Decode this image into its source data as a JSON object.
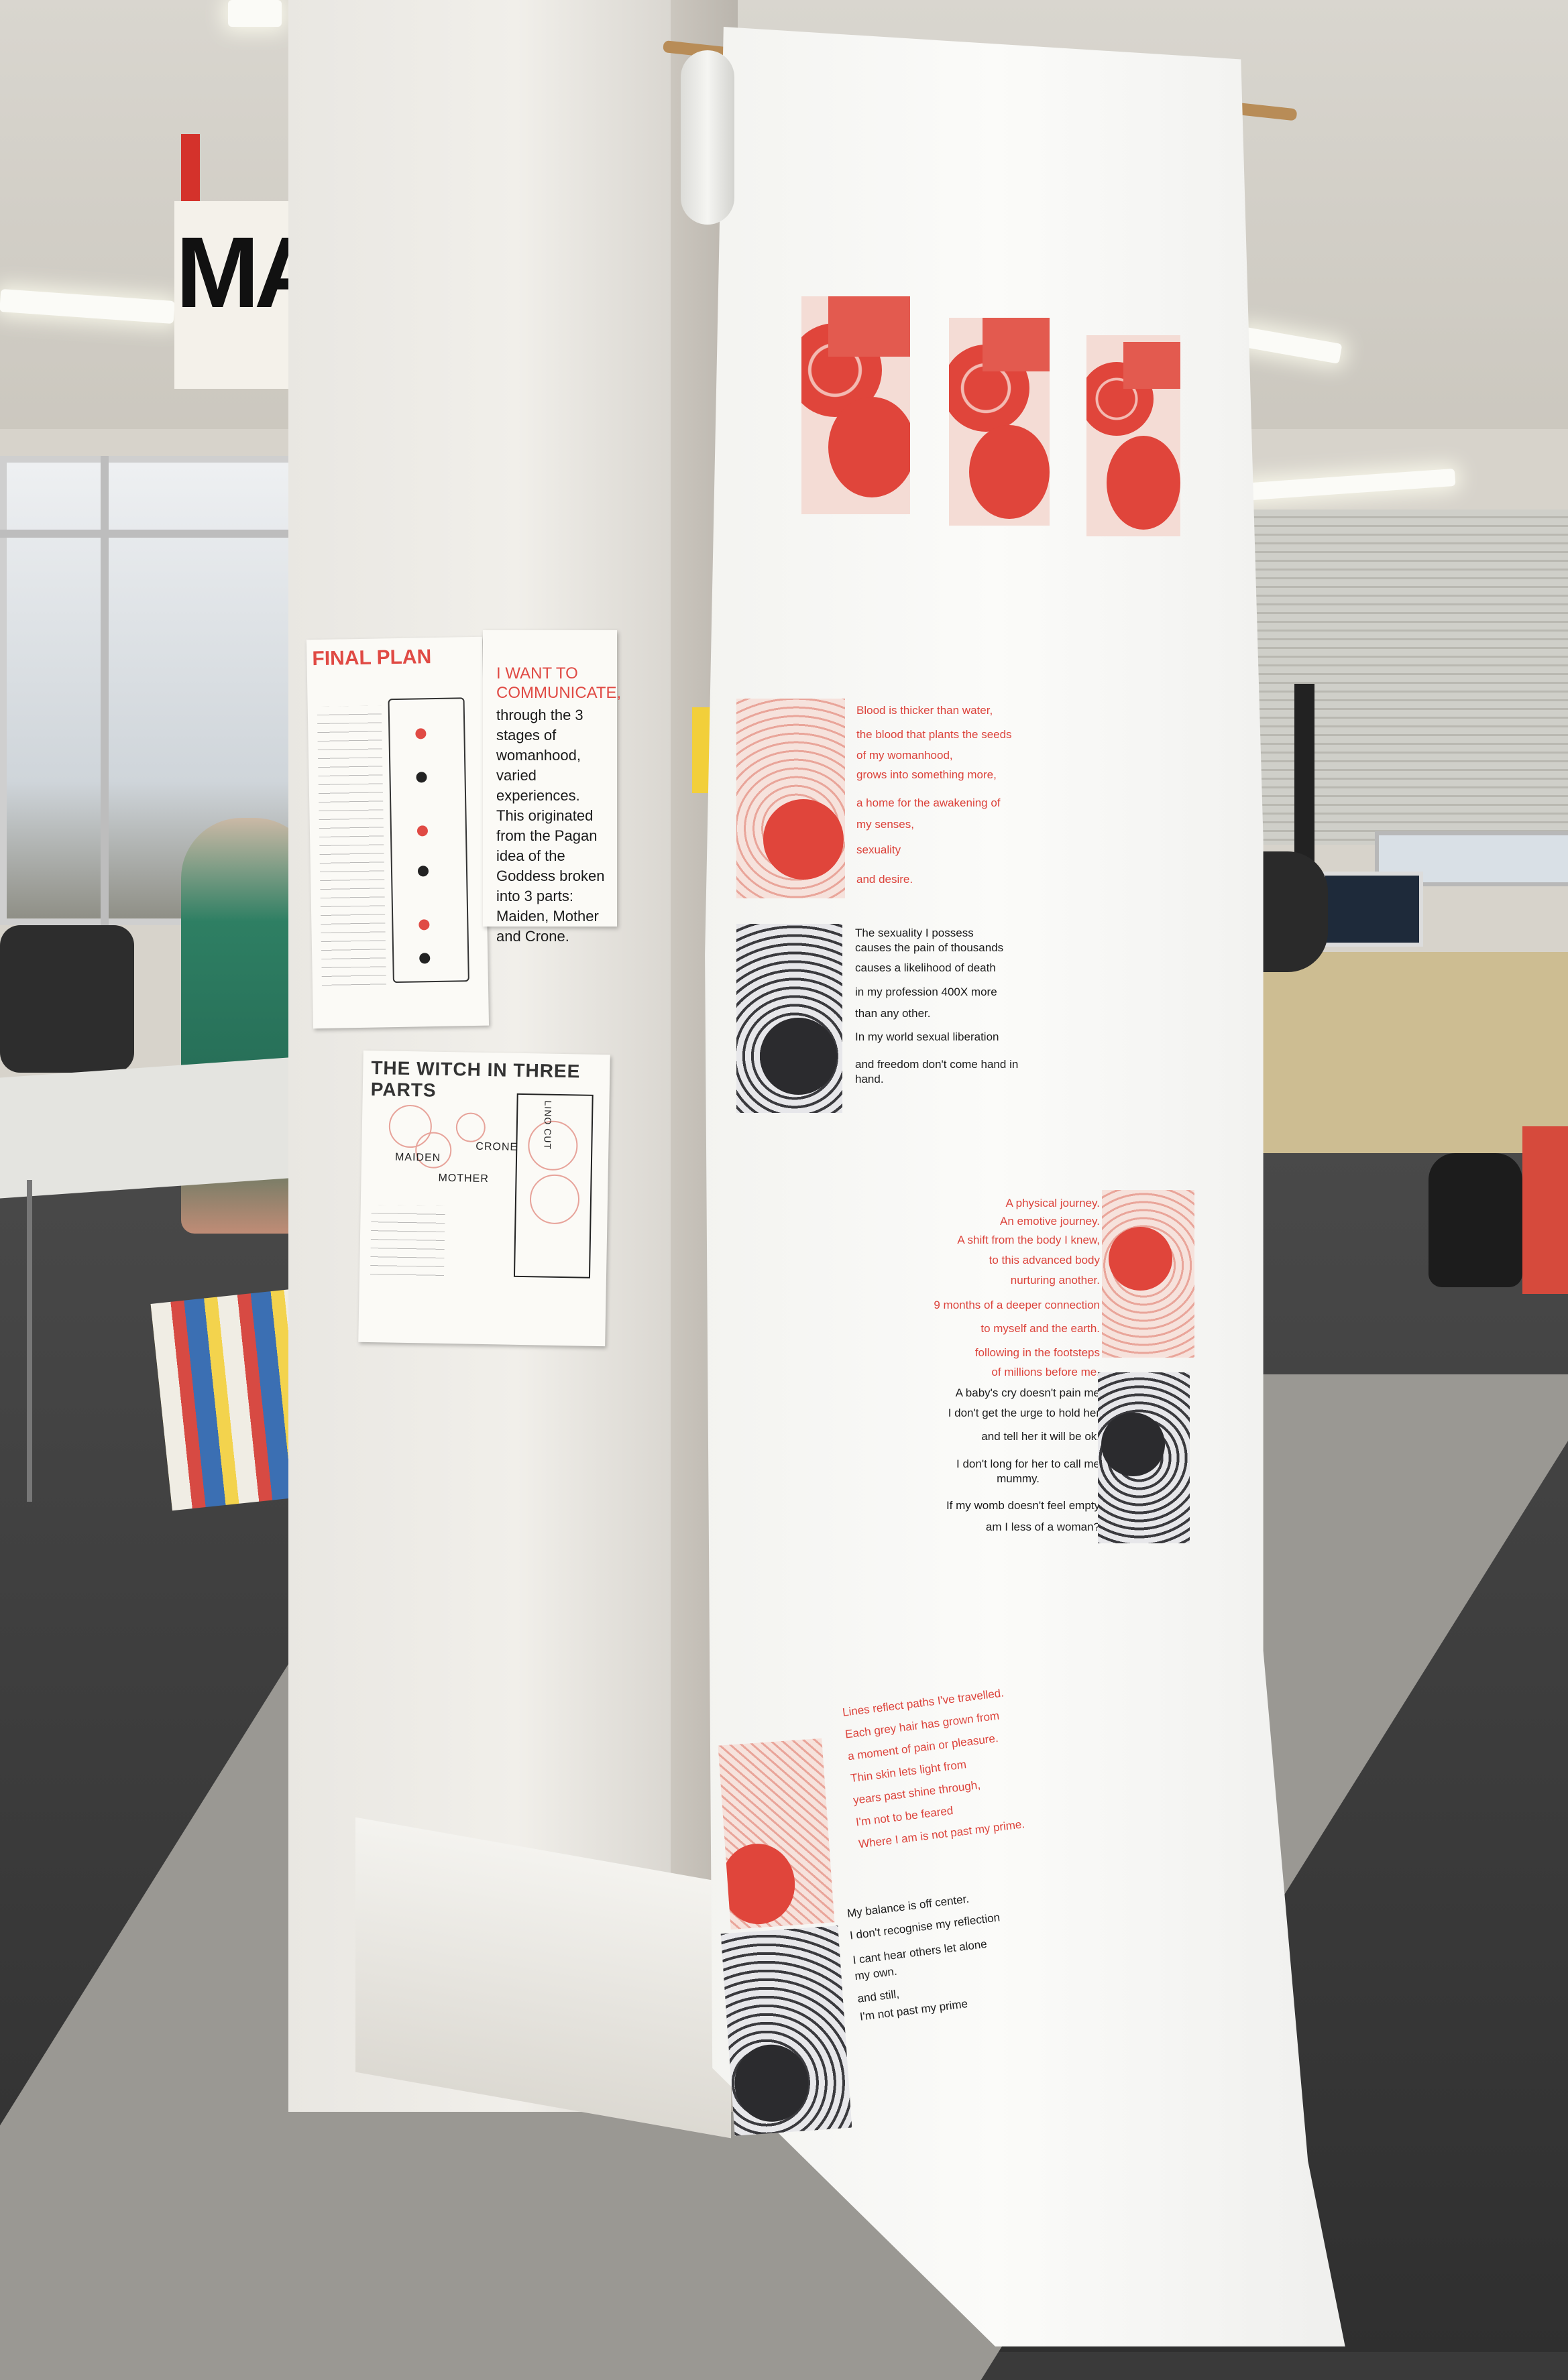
{
  "banner": {
    "text": "MA"
  },
  "poster_final_plan": {
    "title": "FINAL PLAN"
  },
  "poster_communicate": {
    "heading": "I WANT TO COMMUNICATE,",
    "body": "through the 3 stages of womanhood, varied experiences. This originated from the Pagan idea of the Goddess broken into 3 parts: Maiden, Mother and Crone."
  },
  "poster_witch": {
    "title": "THE WITCH IN THREE PARTS",
    "labels": {
      "maiden": "MAIDEN",
      "crone": "CRONE",
      "mother": "MOTHER",
      "lino_cut": "LINO CUT"
    }
  },
  "scroll": {
    "poem_maiden": [
      "Blood is thicker than water,",
      "the blood that plants the seeds",
      "of my womanhood,",
      "grows into something more,",
      "a home for the awakening of",
      "my senses,",
      "sexuality",
      "and desire."
    ],
    "poem_maiden_dark": [
      "The sexuality I possess",
      "causes the pain of thousands",
      "causes a likelihood of death",
      "in my profession 400X more",
      "than any other.",
      "In my world sexual liberation",
      "and freedom don't come hand in",
      "hand."
    ],
    "poem_mother": [
      "A physical journey.",
      "An emotive journey.",
      "A shift from the body I knew,",
      "to this advanced body",
      "nurturing another.",
      "9 months of a deeper connection",
      "to myself and the earth.",
      "following in the footsteps",
      "of millions before me."
    ],
    "poem_mother_dark": [
      "A baby's cry doesn't pain me",
      "I don't get the urge to hold her",
      "and tell her it will be ok.",
      "I don't long for her to call me",
      "mummy.",
      "If my womb doesn't feel empty",
      "am I less of a woman?"
    ],
    "poem_crone": [
      "Lines reflect paths I've travelled.",
      "Each grey hair has grown from",
      "a moment of pain or pleasure.",
      "Thin skin lets light from",
      "years past shine through,",
      "I'm not to be feared",
      "Where I am is not past my prime."
    ],
    "poem_crone_dark": [
      "My balance is off center.",
      "I don't recognise my reflection",
      "I cant hear others let alone",
      "my own.",
      "and still,",
      "I'm not past my prime"
    ]
  },
  "colors": {
    "print_red": "#e0453b",
    "print_black": "#2b2b2e",
    "text_red": "#dc433b",
    "paper": "#f6f6f3"
  }
}
